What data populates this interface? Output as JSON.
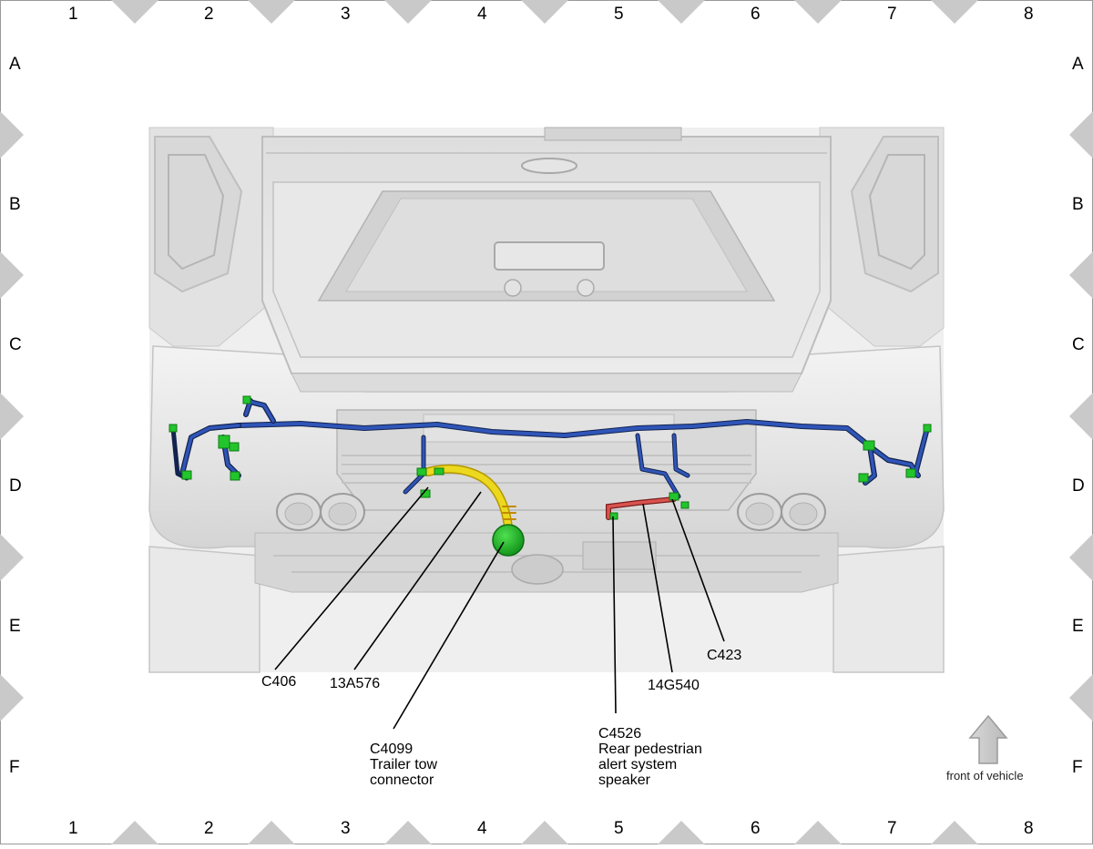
{
  "grid": {
    "columns": [
      "1",
      "2",
      "3",
      "4",
      "5",
      "6",
      "7",
      "8"
    ],
    "rows": [
      "A",
      "B",
      "C",
      "D",
      "E",
      "F"
    ]
  },
  "callouts": [
    {
      "id": "c406",
      "lines": [
        "C406"
      ]
    },
    {
      "id": "13a576",
      "lines": [
        "13A576"
      ]
    },
    {
      "id": "c4099",
      "lines": [
        "C4099",
        "Trailer tow",
        "connector"
      ]
    },
    {
      "id": "c4526",
      "lines": [
        "C4526",
        "Rear pedestrian",
        "alert system",
        "speaker"
      ]
    },
    {
      "id": "14g540",
      "lines": [
        "14G540"
      ]
    },
    {
      "id": "c423",
      "lines": [
        "C423"
      ]
    }
  ],
  "orientation": {
    "label": "front of vehicle",
    "arrow_icon": "up-arrow-icon"
  },
  "colors": {
    "harness_blue": "#2f55b8",
    "harness_dark": "#13234f",
    "trailer_harness_yellow": "#ecd81e",
    "speaker_harness_red": "#d9534f",
    "connector_green": "#22c52c",
    "vehicle_gray": "#e6e6e6",
    "frame_triangle": "#c9c9c9"
  }
}
